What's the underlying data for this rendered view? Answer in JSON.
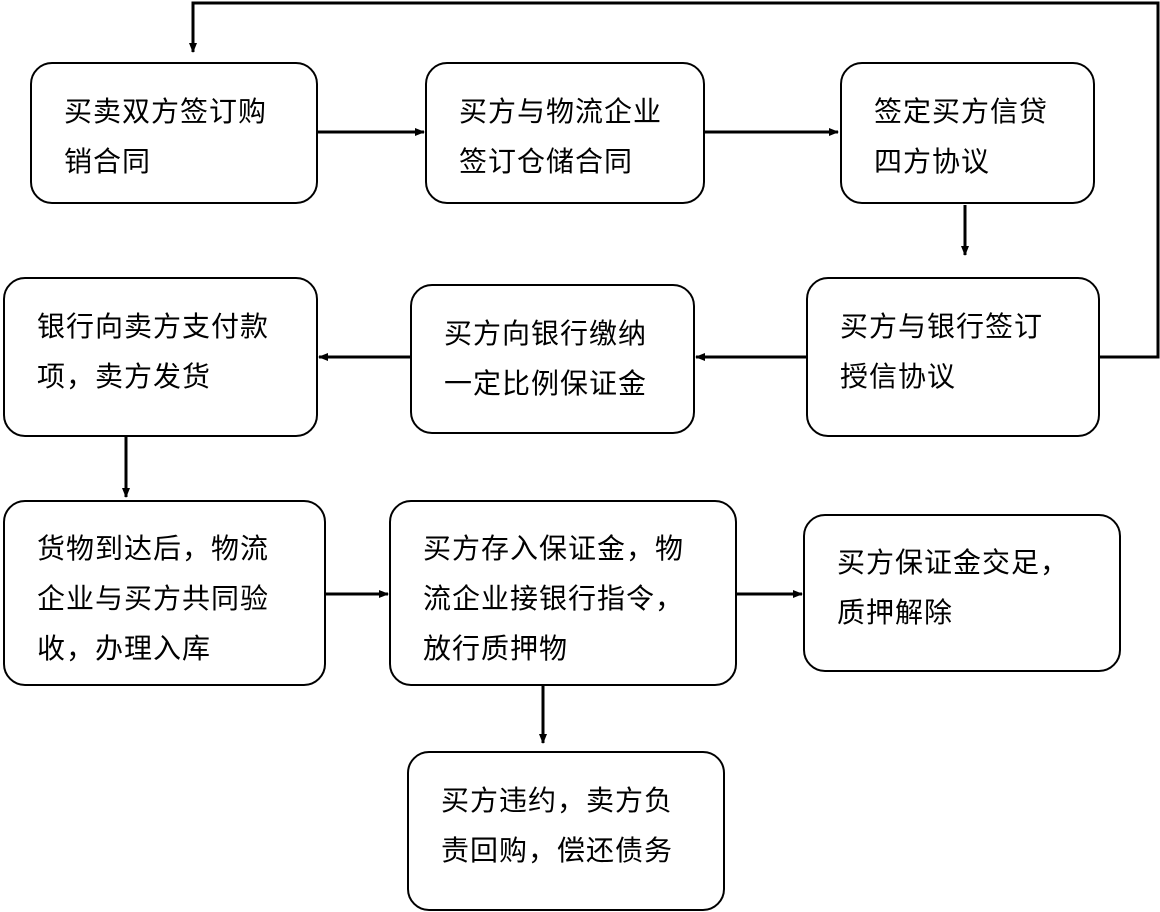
{
  "diagram": {
    "nodes": {
      "sign_purchase_contract": {
        "lines": [
          "买卖双方签订购",
          "销合同"
        ]
      },
      "sign_storage_contract": {
        "lines": [
          "买方与物流企业",
          "签订仓储合同"
        ]
      },
      "sign_four_party": {
        "lines": [
          "签定买方信贷",
          "四方协议"
        ]
      },
      "sign_credit_agreement": {
        "lines": [
          "买方与银行签订",
          "授信协议"
        ]
      },
      "pay_deposit": {
        "lines": [
          "买方向银行缴纳",
          "一定比例保证金"
        ]
      },
      "bank_pays_seller": {
        "lines": [
          "银行向卖方支付款",
          "项，卖方发货"
        ]
      },
      "goods_arrive": {
        "lines": [
          "货物到达后，物流",
          "企业与买方共同验",
          "收，办理入库"
        ]
      },
      "release_goods": {
        "lines": [
          "买方存入保证金，物",
          "流企业接银行指令，",
          "放行质押物"
        ]
      },
      "pledge_released": {
        "lines": [
          "买方保证金交足，",
          "质押解除"
        ]
      },
      "buyer_default": {
        "lines": [
          "买方违约，卖方负",
          "责回购，偿还债务"
        ]
      }
    }
  }
}
